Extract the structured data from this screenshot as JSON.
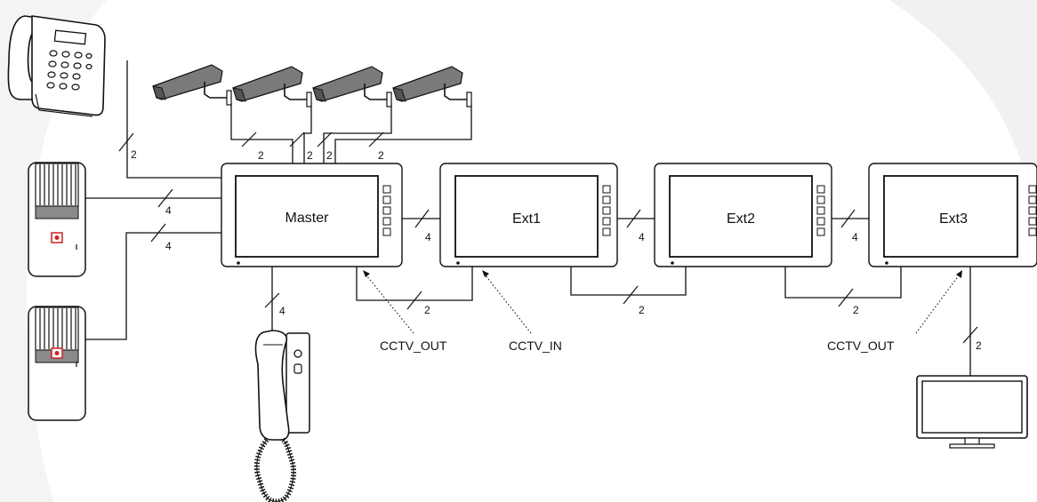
{
  "monitors": {
    "master": "Master",
    "ext1": "Ext1",
    "ext2": "Ext2",
    "ext3": "Ext3"
  },
  "wire_counts": {
    "phone": "2",
    "cam1": "2",
    "cam2": "2",
    "cam3": "2",
    "cam4": "2",
    "door1": "4",
    "door2": "4",
    "handset": "4",
    "master_ext1": "4",
    "ext1_ext2": "4",
    "ext2_ext3": "4",
    "cctv_master_ext1": "2",
    "cctv_ext1_ext2": "2",
    "cctv_ext2_ext3": "2",
    "tv": "2"
  },
  "labels": {
    "cctv_out_1": "CCTV_OUT",
    "cctv_in": "CCTV_IN",
    "cctv_out_2": "CCTV_OUT"
  },
  "colors": {
    "background_accent": "#f3f3f3",
    "camera_body": "#7a7a7a",
    "door_station_panel": "#8a8a8a",
    "door_station_button": "#cc2222"
  }
}
